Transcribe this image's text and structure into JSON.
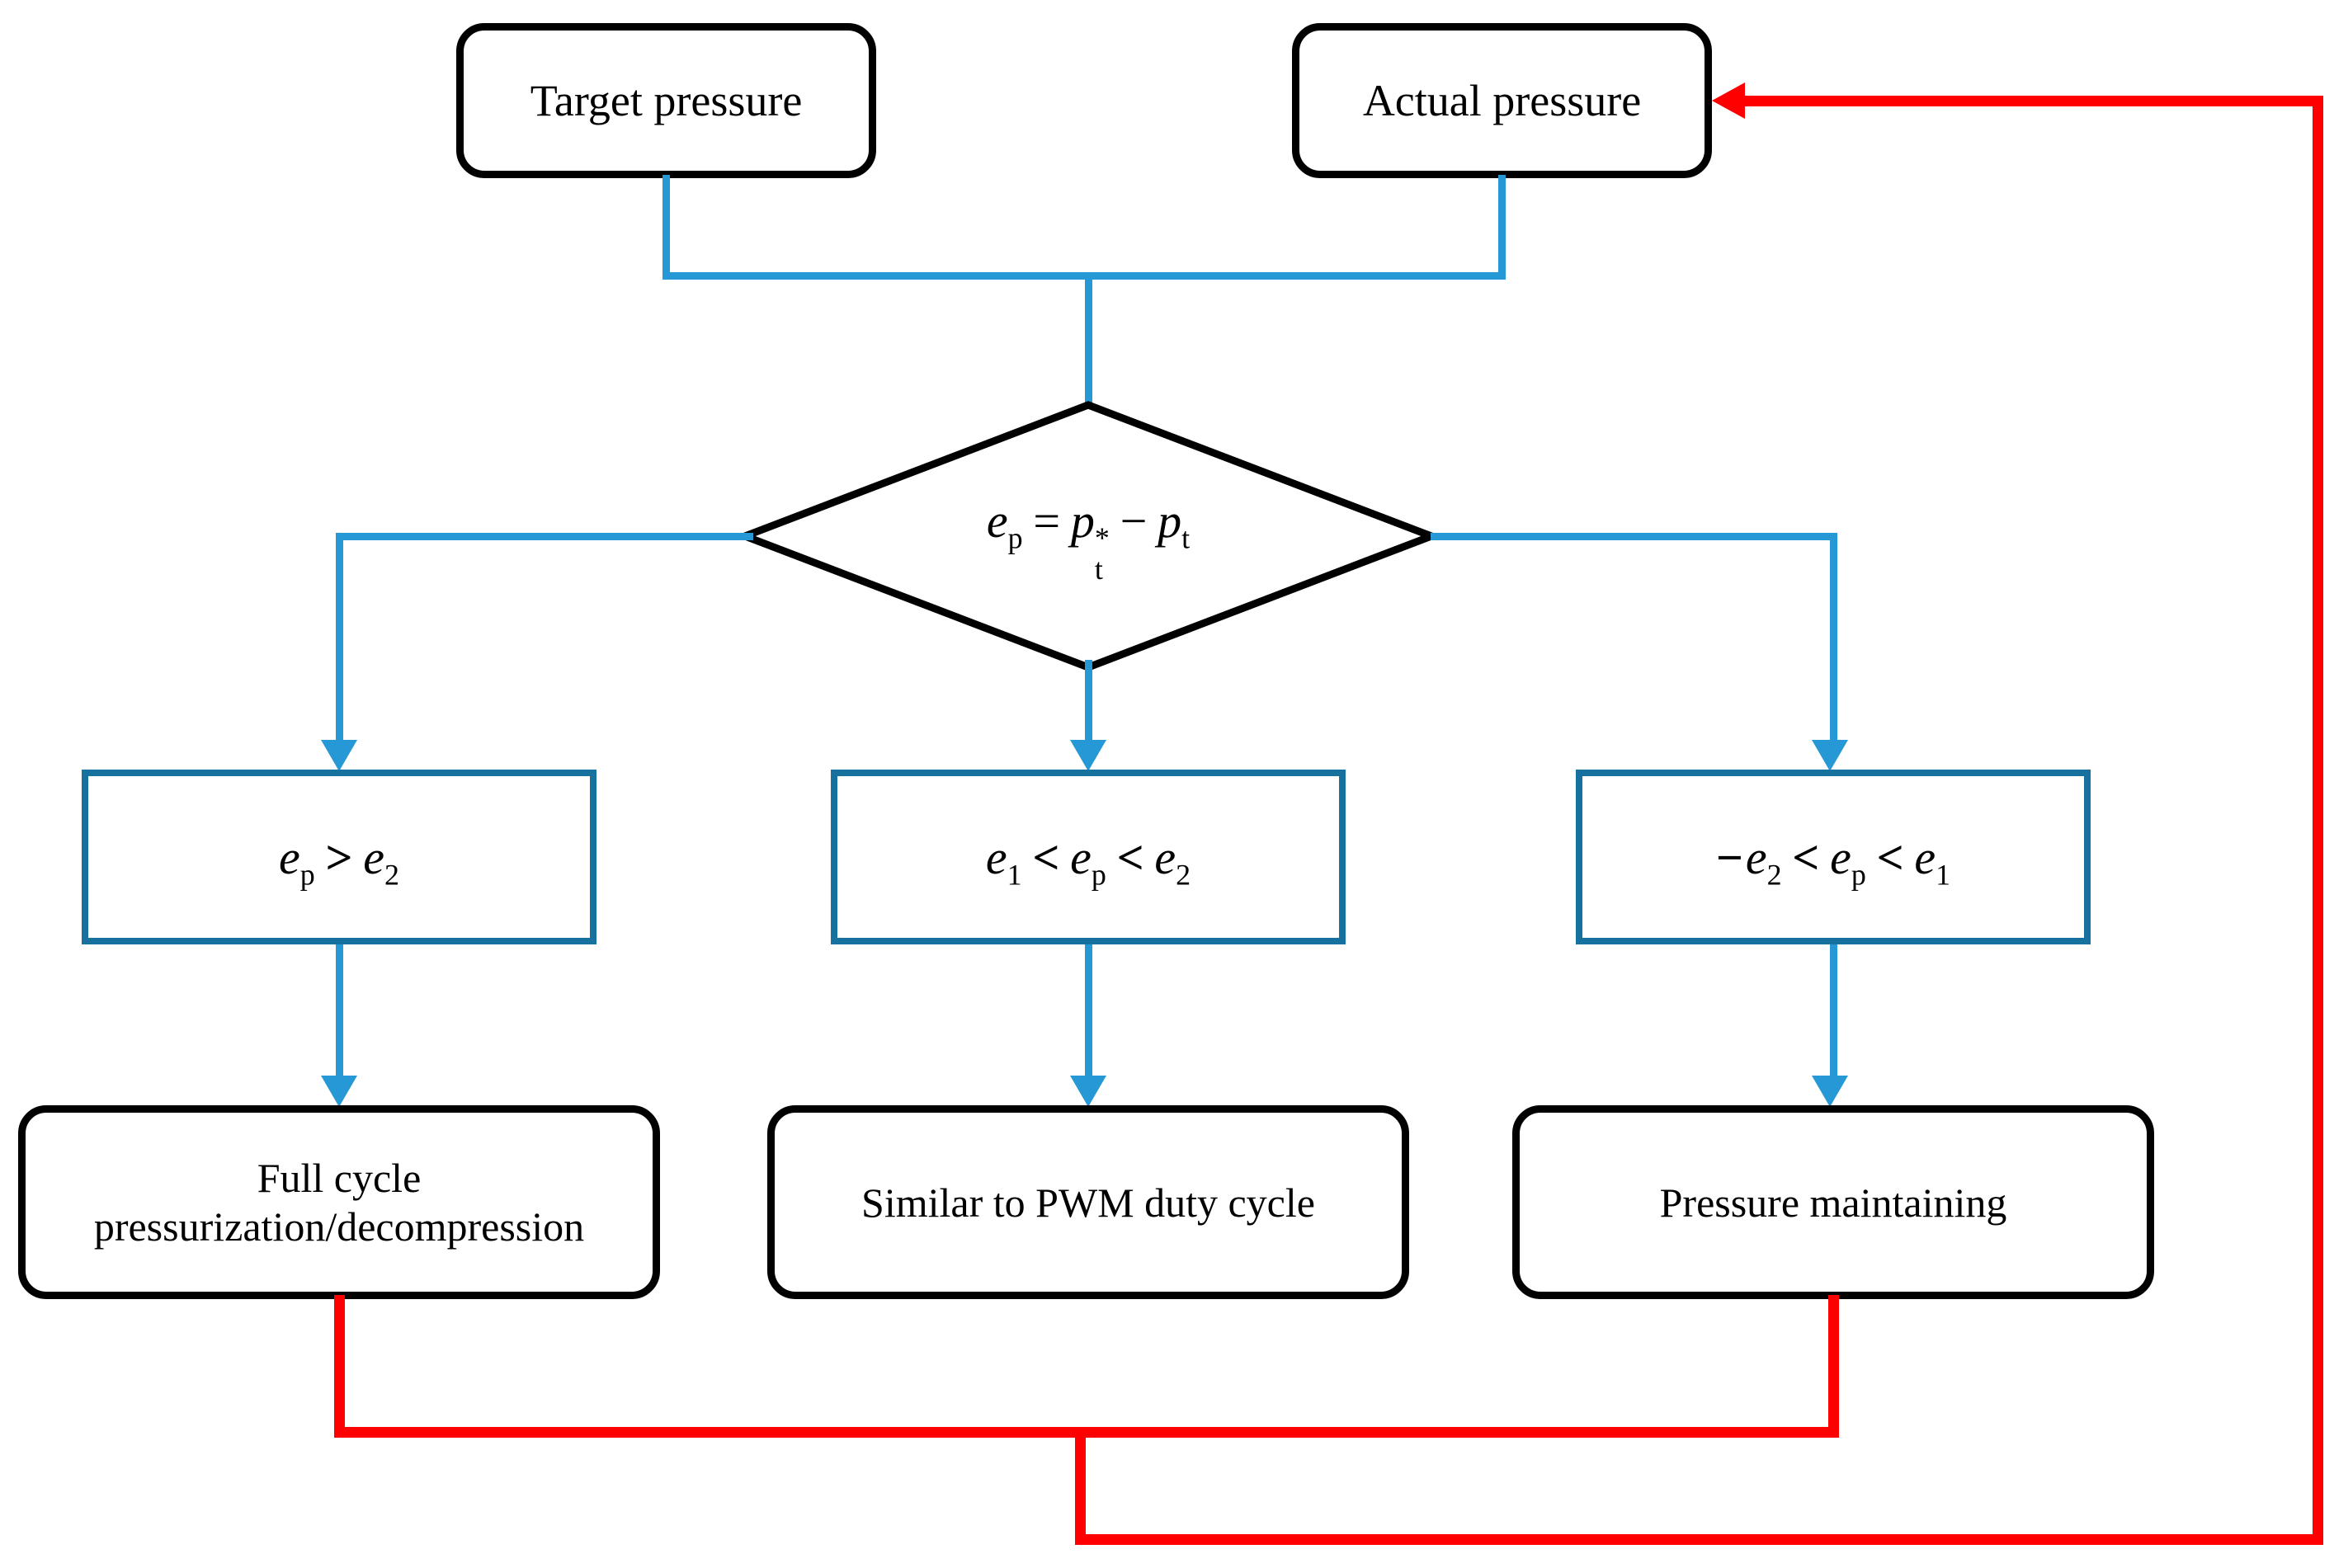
{
  "diagram": {
    "title_semantic": "PWM pressure control flowchart",
    "colors": {
      "connector_blue": "#2598D5",
      "condition_border_blue": "#16719F",
      "feedback_red": "#FF0000",
      "node_border_black": "#000000",
      "background": "#FFFFFF"
    },
    "nodes": {
      "target": {
        "label": "Target pressure"
      },
      "actual": {
        "label": "Actual pressure"
      },
      "decision": {
        "v1": "e",
        "s1": "p",
        "eq": "=",
        "v2": "p",
        "sup2": "*",
        "sub2": "t",
        "minus": "−",
        "v3": "p",
        "s3": "t"
      },
      "cond_left": {
        "v1": "e",
        "s1": "p",
        "op": ">",
        "v2": "e",
        "s2": "2"
      },
      "cond_mid": {
        "v1": "e",
        "s1": "1",
        "op1": "<",
        "v2": "e",
        "s2": "p",
        "op2": "<",
        "v3": "e",
        "s3": "2"
      },
      "cond_right": {
        "neg": "−",
        "v1": "e",
        "s1": "2",
        "op1": "<",
        "v2": "e",
        "s2": "p",
        "op2": "<",
        "v3": "e",
        "s3": "1"
      },
      "action_left": {
        "line1": "Full cycle",
        "line2": "pressurization/decompression"
      },
      "action_mid": {
        "label": "Similar to PWM duty cycle"
      },
      "action_right": {
        "label": "Pressure maintaining"
      }
    },
    "edges": {
      "inputs_to_decision": "Target pressure and Actual pressure merge into decision diamond",
      "decision_branches": [
        "cond_left",
        "cond_mid",
        "cond_right"
      ],
      "feedback": "action_left and action_right outputs loop back (red) to Actual pressure"
    }
  }
}
